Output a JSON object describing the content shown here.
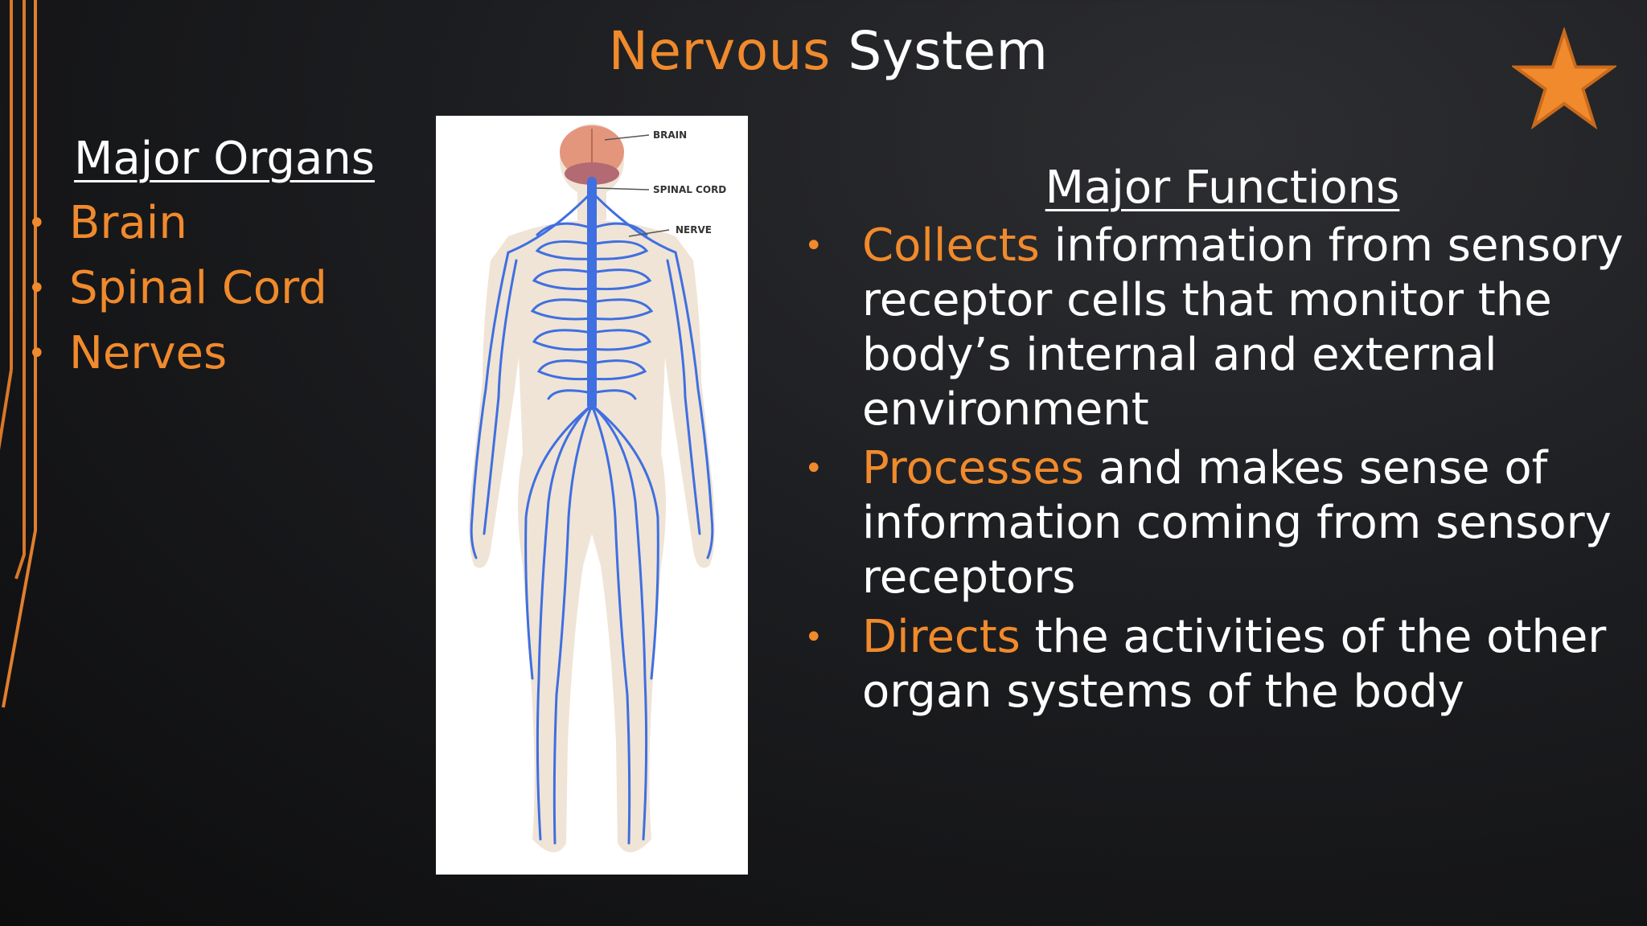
{
  "title": {
    "part1": "Nervous",
    "part2": "System"
  },
  "organs": {
    "heading": "Major Organs",
    "items": [
      "Brain",
      "Spinal Cord",
      "Nerves"
    ]
  },
  "figure": {
    "labels": {
      "brain": "BRAIN",
      "spinal_cord": "SPINAL CORD",
      "nerve": "NERVE"
    }
  },
  "functions": {
    "heading": "Major Functions",
    "items": [
      {
        "keyword": "Collects",
        "rest": "information from sensory receptor cells that monitor the body’s internal and external environment"
      },
      {
        "keyword": "Processes",
        "rest": "and makes sense of information coming from sensory receptors"
      },
      {
        "keyword": "Directs",
        "rest": "the activities of the other organ systems of the body"
      }
    ]
  },
  "colors": {
    "accent": "#f08a2c",
    "nerve": "#3f6fe0",
    "body": "#efe4d6",
    "background": "#1c1d20"
  },
  "icons": {
    "decoration": "star-icon"
  }
}
